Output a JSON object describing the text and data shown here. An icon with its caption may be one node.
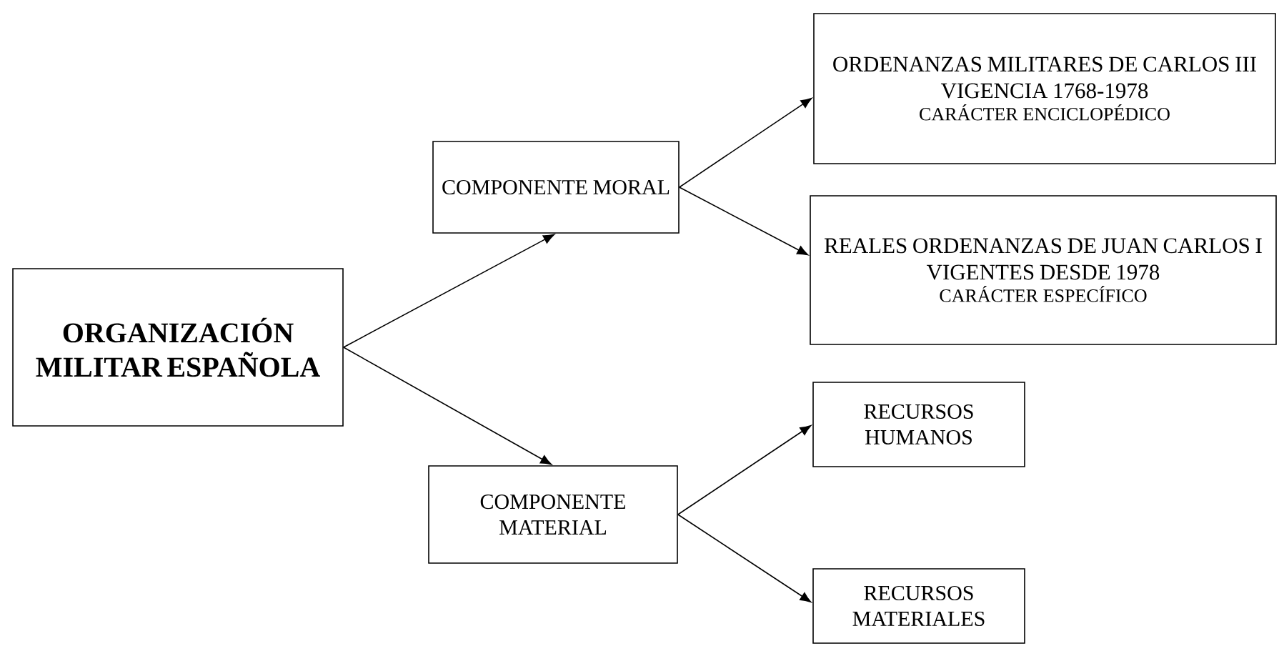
{
  "diagram": {
    "nodes": [
      {
        "text": [
          "ORGANIZACIÓN MILITAR ESPAÑOLA"
        ]
      },
      {
        "text": [
          "COMPONENTE MORAL"
        ]
      },
      {
        "text": [
          "ORDENANZAS MILITARES DE CARLOS III",
          "VIGENCIA 1768-1978",
          "CARÁCTER ENCICLOPÉDICO"
        ]
      },
      {
        "text": [
          "REALES ORDENANZAS DE JUAN CARLOS I",
          "VIGENTES DESDE 1978",
          "CARÁCTER ESPECÍFICO"
        ]
      },
      {
        "text": [
          "COMPONENTE MATERIAL"
        ]
      },
      {
        "text": [
          "RECURSOS HUMANOS"
        ]
      },
      {
        "text": [
          "RECURSOS MATERIALES"
        ]
      }
    ],
    "edges": [
      {
        "from": 0,
        "to": 1,
        "arrow": "to"
      },
      {
        "from": 0,
        "to": 4,
        "arrow": "to"
      },
      {
        "from": 1,
        "to": 2,
        "arrow": "to"
      },
      {
        "from": 1,
        "to": 3,
        "arrow": "to"
      },
      {
        "from": 4,
        "to": 5,
        "arrow": "to"
      },
      {
        "from": 4,
        "to": 6,
        "arrow": "to"
      }
    ]
  }
}
